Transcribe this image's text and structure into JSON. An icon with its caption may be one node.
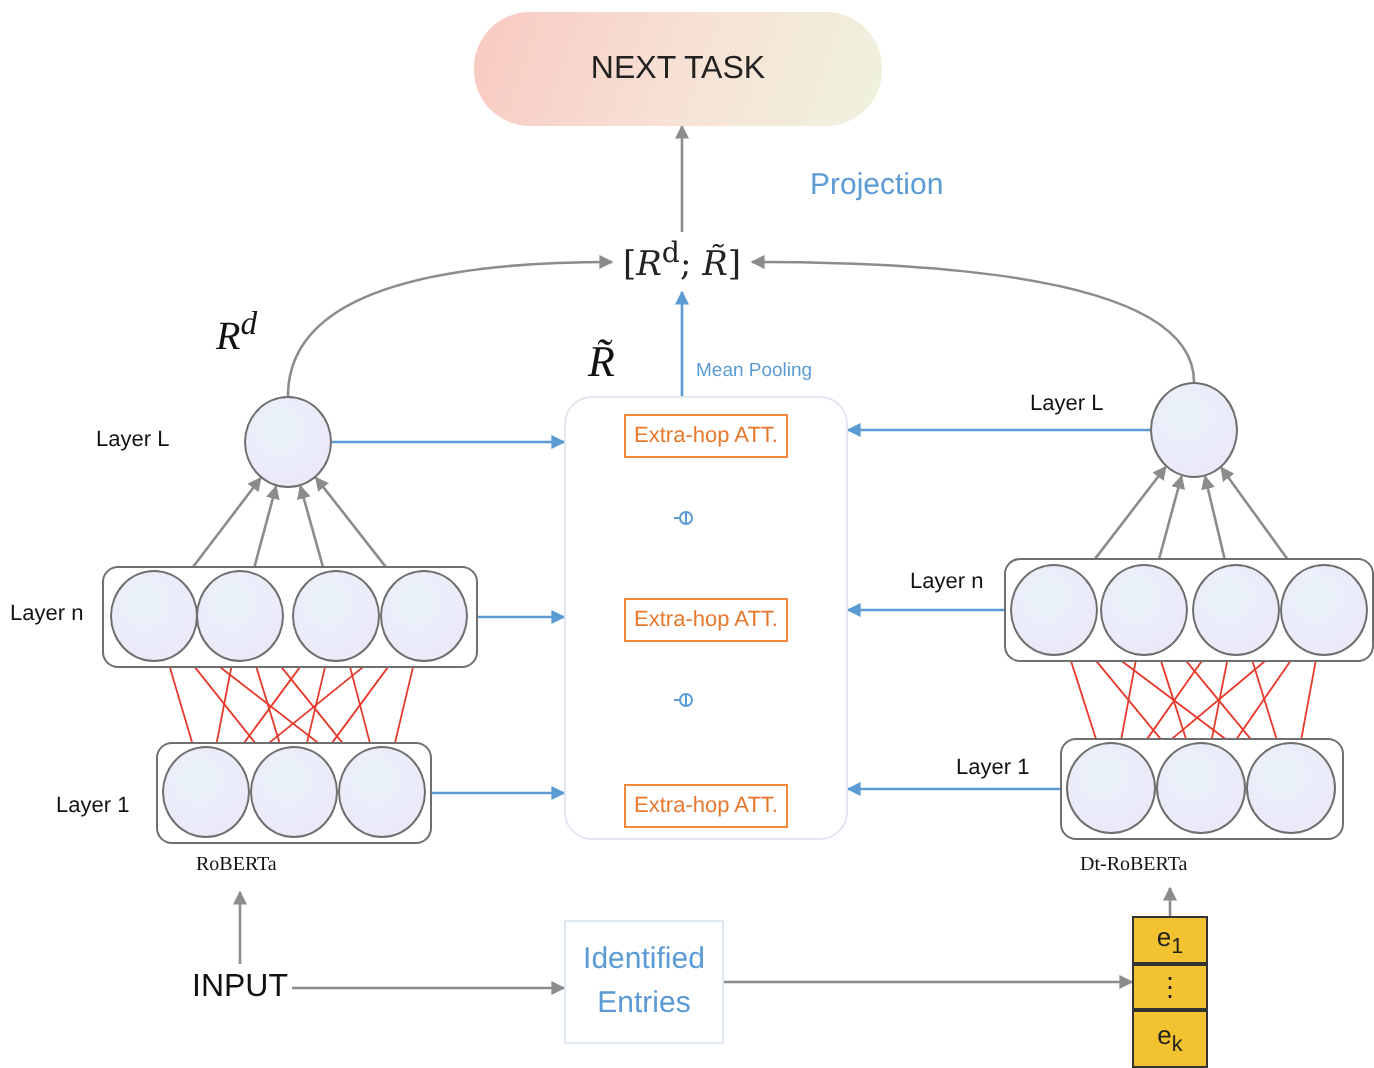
{
  "diagram": {
    "nodes": [
      {
        "text": [
          "NEXT TASK"
        ]
      },
      {
        "text": [
          "[*R*$^{d}$; *R̃*]"
        ]
      },
      {
        "text": [],
        "shape": "circle",
        "beside": [
          "Layer L"
        ]
      },
      {
        "text": [],
        "shape": "box",
        "beside": [
          "Layer n"
        ]
      },
      {
        "text": [],
        "shape": "circle",
        "in": 3
      },
      {
        "text": [],
        "shape": "circle",
        "in": 3
      },
      {
        "text": [],
        "shape": "circle",
        "in": 3
      },
      {
        "text": [],
        "shape": "circle",
        "in": 3
      },
      {
        "text": [],
        "shape": "box",
        "beside": [
          "Layer 1",
          "RoBERTa"
        ]
      },
      {
        "text": [],
        "shape": "circle",
        "in": 8
      },
      {
        "text": [],
        "shape": "circle",
        "in": 8
      },
      {
        "text": [],
        "shape": "circle",
        "in": 8
      },
      {
        "text": [],
        "shape": "box"
      },
      {
        "text": [
          "Extra-hop ATT."
        ],
        "in": 12
      },
      {
        "text": [
          "Extra-hop ATT."
        ],
        "in": 12
      },
      {
        "text": [
          "Extra-hop ATT."
        ],
        "in": 12
      },
      {
        "text": [],
        "shape": "circle",
        "beside": [
          "Layer L"
        ]
      },
      {
        "text": [],
        "shape": "box",
        "beside": [
          "Layer n"
        ]
      },
      {
        "text": [],
        "shape": "circle",
        "in": 17
      },
      {
        "text": [],
        "shape": "circle",
        "in": 17
      },
      {
        "text": [],
        "shape": "circle",
        "in": 17
      },
      {
        "text": [],
        "shape": "circle",
        "in": 17
      },
      {
        "text": [],
        "shape": "box",
        "beside": [
          "Layer 1",
          "Dt-RoBERTa"
        ]
      },
      {
        "text": [],
        "shape": "circle",
        "in": 22
      },
      {
        "text": [],
        "shape": "circle",
        "in": 22
      },
      {
        "text": [],
        "shape": "circle",
        "in": 22
      },
      {
        "text": [
          "INPUT"
        ]
      },
      {
        "text": [
          "Identified Entries"
        ]
      },
      {
        "text": [],
        "shape": "box"
      },
      {
        "text": [
          "e$_{1}$"
        ],
        "in": 28
      },
      {
        "text": [
          "⋮"
        ],
        "in": 28
      },
      {
        "text": [
          "e$_{k}$"
        ],
        "in": 28
      }
    ],
    "edges": [
      {
        "from": 1,
        "to": 0,
        "arrow": "to",
        "color": "#8c8c8c"
      },
      {
        "from": 2,
        "to": 1,
        "arrow": "to",
        "color": "#8c8c8c"
      },
      {
        "from": 16,
        "to": 1,
        "arrow": "to",
        "color": "#8c8c8c"
      },
      {
        "from": 12,
        "to": 1,
        "arrow": "to",
        "color": "#5b9bd5"
      },
      {
        "from": 2,
        "to": 12,
        "arrow": "to",
        "color": "#5b9bd5"
      },
      {
        "from": 3,
        "to": 12,
        "arrow": "to",
        "color": "#5b9bd5"
      },
      {
        "from": 8,
        "to": 12,
        "arrow": "to",
        "color": "#5b9bd5"
      },
      {
        "from": 16,
        "to": 12,
        "arrow": "to",
        "color": "#5b9bd5"
      },
      {
        "from": 17,
        "to": 12,
        "arrow": "to",
        "color": "#5b9bd5"
      },
      {
        "from": 22,
        "to": 12,
        "arrow": "to",
        "color": "#5b9bd5"
      },
      {
        "from": 4,
        "to": 2,
        "arrow": "to",
        "color": "#8c8c8c"
      },
      {
        "from": 5,
        "to": 2,
        "arrow": "to",
        "color": "#8c8c8c"
      },
      {
        "from": 6,
        "to": 2,
        "arrow": "to",
        "color": "#8c8c8c"
      },
      {
        "from": 7,
        "to": 2,
        "arrow": "to",
        "color": "#8c8c8c"
      },
      {
        "from": 9,
        "to": 4,
        "arrow": "other"
      },
      {
        "from": 9,
        "to": 5,
        "arrow": "other"
      },
      {
        "from": 9,
        "to": 6,
        "arrow": "other"
      },
      {
        "from": 9,
        "to": 7,
        "arrow": "other"
      },
      {
        "from": 10,
        "to": 4,
        "arrow": "other"
      },
      {
        "from": 10,
        "to": 5,
        "arrow": "other"
      },
      {
        "from": 10,
        "to": 6,
        "arrow": "other"
      },
      {
        "from": 10,
        "to": 7,
        "arrow": "other"
      },
      {
        "from": 11,
        "to": 4,
        "arrow": "other"
      },
      {
        "from": 11,
        "to": 5,
        "arrow": "other"
      },
      {
        "from": 11,
        "to": 6,
        "arrow": "other"
      },
      {
        "from": 11,
        "to": 7,
        "arrow": "other"
      },
      {
        "from": 18,
        "to": 16,
        "arrow": "to",
        "color": "#8c8c8c"
      },
      {
        "from": 19,
        "to": 16,
        "arrow": "to",
        "color": "#8c8c8c"
      },
      {
        "from": 20,
        "to": 16,
        "arrow": "to",
        "color": "#8c8c8c"
      },
      {
        "from": 21,
        "to": 16,
        "arrow": "to",
        "color": "#8c8c8c"
      },
      {
        "from": 23,
        "to": 18,
        "arrow": "other"
      },
      {
        "from": 23,
        "to": 19,
        "arrow": "other"
      },
      {
        "from": 23,
        "to": 20,
        "arrow": "other"
      },
      {
        "from": 23,
        "to": 21,
        "arrow": "other"
      },
      {
        "from": 24,
        "to": 18,
        "arrow": "other"
      },
      {
        "from": 24,
        "to": 19,
        "arrow": "other"
      },
      {
        "from": 24,
        "to": 20,
        "arrow": "other"
      },
      {
        "from": 24,
        "to": 21,
        "arrow": "other"
      },
      {
        "from": 25,
        "to": 18,
        "arrow": "other"
      },
      {
        "from": 25,
        "to": 19,
        "arrow": "other"
      },
      {
        "from": 25,
        "to": 20,
        "arrow": "other"
      },
      {
        "from": 25,
        "to": 21,
        "arrow": "other"
      },
      {
        "from": 26,
        "to": 8,
        "arrow": "to",
        "color": "#8c8c8c"
      },
      {
        "from": 26,
        "to": 27,
        "arrow": "to",
        "color": "#8c8c8c"
      },
      {
        "from": 27,
        "to": 28,
        "arrow": "to",
        "color": "#8c8c8c"
      },
      {
        "from": 28,
        "to": 22,
        "arrow": "to",
        "color": "#8c8c8c"
      }
    ],
    "labels": [
      "Projection",
      "R$^{d}$",
      "R̃",
      "Mean Pooling"
    ]
  }
}
